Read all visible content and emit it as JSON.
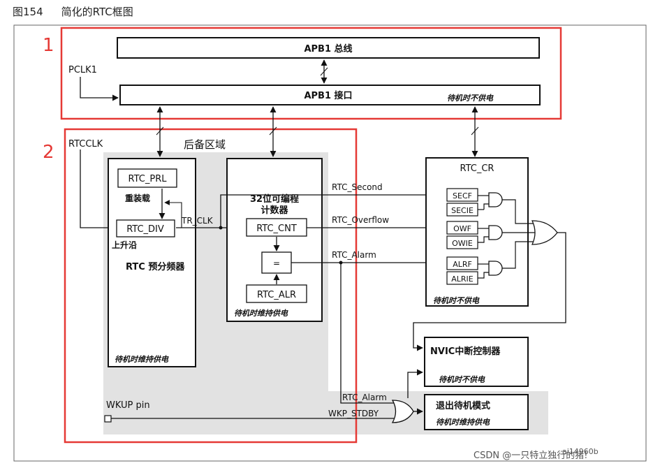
{
  "caption": {
    "figure_number": "图154",
    "title": "简化的RTC框图"
  },
  "region_labels": {
    "one": "1",
    "two": "2"
  },
  "apb": {
    "bus": "APB1 总线",
    "interface": "APB1 接口",
    "interface_note": "待机时不供电",
    "pclk": "PCLK1"
  },
  "backup": {
    "title": "后备区域",
    "rtcclk": "RTCCLK",
    "prescaler_title": "RTC 预分频器",
    "prl": "RTC_PRL",
    "reload": "重装载",
    "div": "RTC_DIV",
    "rising_edge": "上升沿",
    "tr_clk": "TR_CLK",
    "prescaler_note": "待机时维持供电",
    "counter_title": "32位可编程",
    "counter_subtitle": "计数器",
    "cnt": "RTC_CNT",
    "equals": "=",
    "alr": "RTC_ALR",
    "counter_note": "待机时维持供电",
    "wkup_pin": "WKUP pin"
  },
  "signals": {
    "second": "RTC_Second",
    "overflow": "RTC_Overflow",
    "alarm": "RTC_Alarm",
    "alarm2": "RTC_Alarm",
    "wkp_stdby": "WKP_STDBY"
  },
  "rtc_cr": {
    "title": "RTC_CR",
    "flags": [
      "SECF",
      "SECIE",
      "OWF",
      "OWIE",
      "ALRF",
      "ALRIE"
    ],
    "note": "待机时不供电"
  },
  "nvic": {
    "title": "NVIC中断控制器",
    "note": "待机时不供电"
  },
  "standby": {
    "title": "退出待机模式",
    "note": "待机时维持供电"
  },
  "watermark": {
    "code": "ai14960b",
    "csdn": "CSDN @一只特立独行的猪!"
  }
}
